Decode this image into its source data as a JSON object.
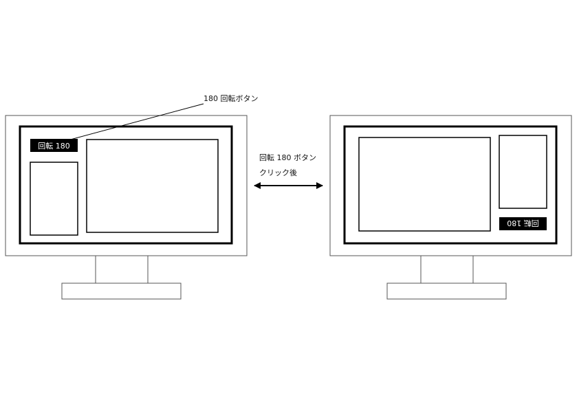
{
  "callout": {
    "text": "180 回転ボタン"
  },
  "left_monitor": {
    "button_label": "回転 180"
  },
  "right_monitor": {
    "button_label": "回転 180"
  },
  "center": {
    "line1": "回転 180 ボタン",
    "line2": "クリック後"
  },
  "colors": {
    "stroke": "#000000",
    "fill": "#ffffff",
    "button_bg": "#000000"
  }
}
